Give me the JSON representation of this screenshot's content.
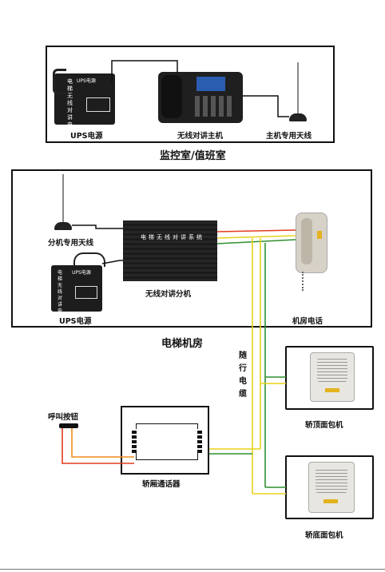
{
  "control_room": {
    "title": "监控室/值班室",
    "ups_label": "UPS电源",
    "host_label": "无线对讲主机",
    "antenna_label": "主机专用天线",
    "ups_face_title": "UPS电源",
    "ups_face_side": "电梯无线对讲电源"
  },
  "machine_room": {
    "title": "电梯机房",
    "antenna_label": "分机专用天线",
    "ups_label": "UPS电源",
    "extension_label": "无线对讲分机",
    "extension_face": "电梯无线对讲系统",
    "phone_label": "机房电话",
    "ups_face_title": "UPS电源",
    "ups_face_side": "电梯无线对讲电源"
  },
  "cable_label": "随行电缆",
  "call_button_label": "呼叫按钮",
  "car_intercom_label": "轿厢通话器",
  "car_top_label": "轿顶面包机",
  "car_bottom_label": "轿底面包机",
  "wire_colors": {
    "red": "#e23b1f",
    "orange": "#f08a1c",
    "yellow": "#e8d21a",
    "green": "#2f8f2f",
    "black": "#111111"
  }
}
